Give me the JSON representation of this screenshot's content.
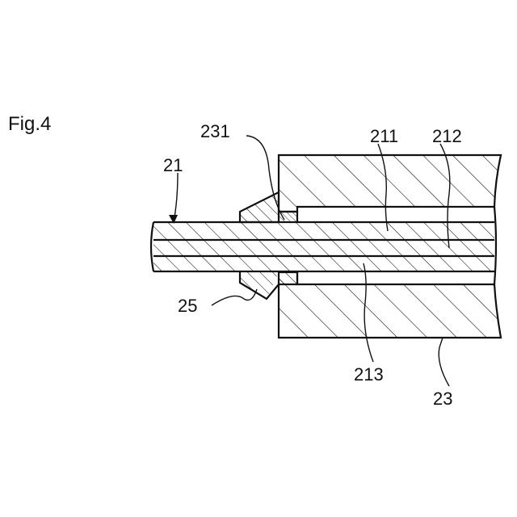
{
  "figure_label": "Fig.4",
  "labels": {
    "l21": "21",
    "l231": "231",
    "l211": "211",
    "l212": "212",
    "l25": "25",
    "l213": "213",
    "l23": "23"
  }
}
